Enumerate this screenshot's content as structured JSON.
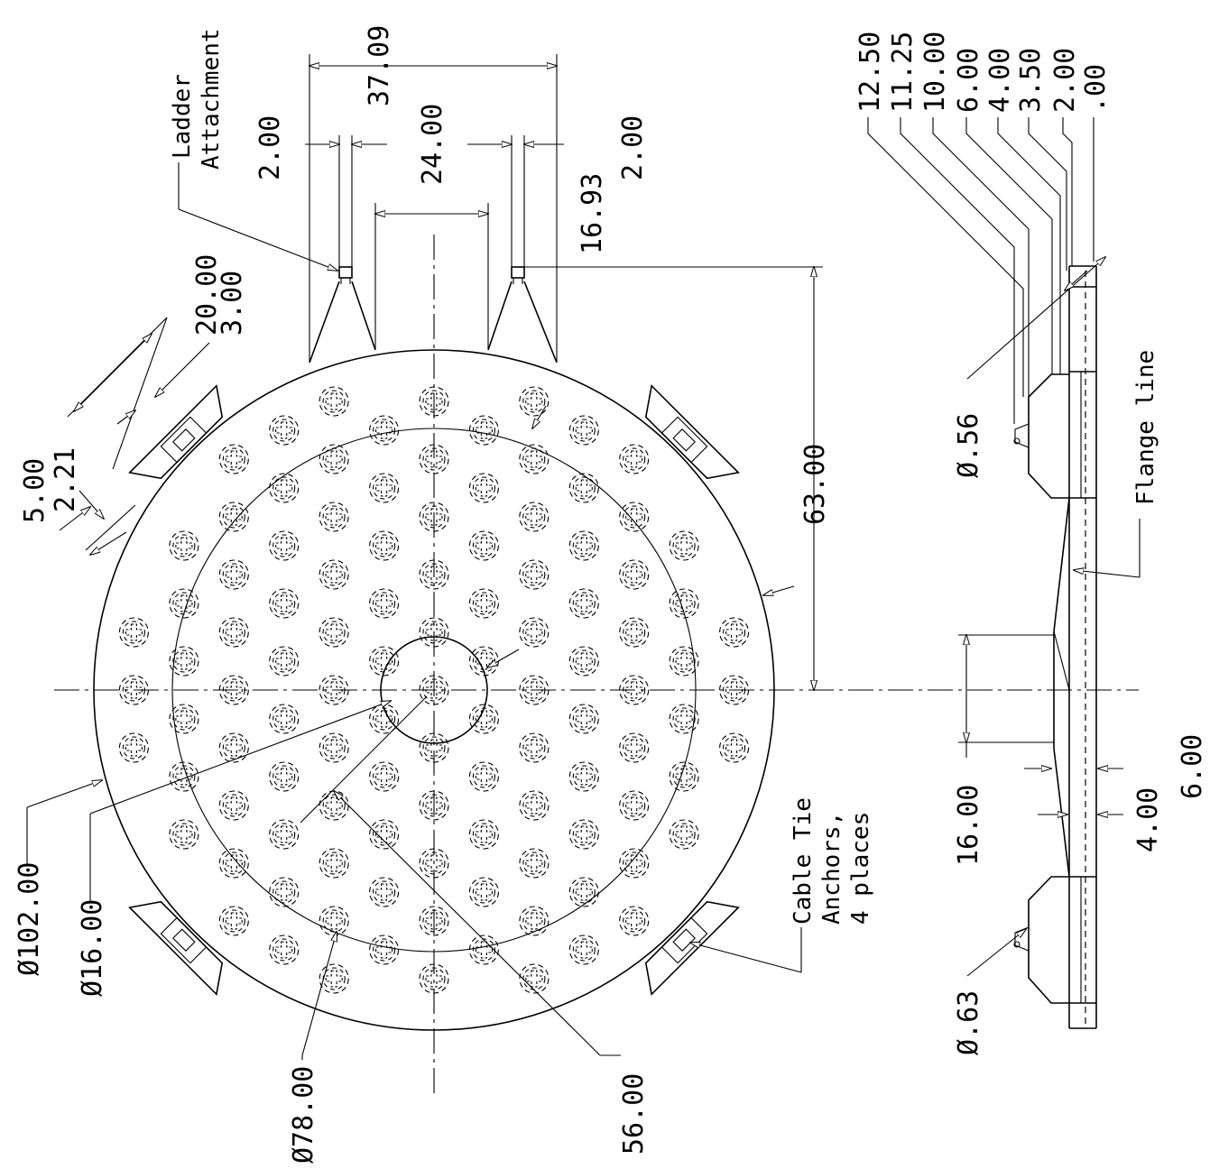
{
  "colors": {
    "ink": "#000000",
    "paper": "#ffffff"
  },
  "notes": {
    "ladder_line1": "Ladder",
    "ladder_line2": "Attachment",
    "flange": "Flange line",
    "cable_line1": "Cable Tie",
    "cable_line2": "Anchors,",
    "cable_line3": "4 places"
  },
  "dimensions": {
    "d102": "Ø102.00",
    "d16": "Ø16.00",
    "d78": "Ø78.00",
    "r56": "56.00",
    "v63": "63.00",
    "w37_09": "37.09",
    "w2_left": "2.00",
    "w24": "24.00",
    "w2_right": "2.00",
    "w16_93": "16.93",
    "t20": "20.00",
    "t3": "3.00",
    "t5": "5.00",
    "t2_21": "2.21",
    "d0_56": "Ø.56",
    "d0_63": "Ø.63",
    "h16": "16.00",
    "th6": "6.00",
    "th4": "4.00"
  },
  "profile_levels": [
    "12.50",
    "11.25",
    "10.00",
    "6.00",
    "4.00",
    "3.50",
    "2.00",
    ".00"
  ],
  "icons": [
    "arrowhead-icon",
    "connector-symbol-icon"
  ]
}
